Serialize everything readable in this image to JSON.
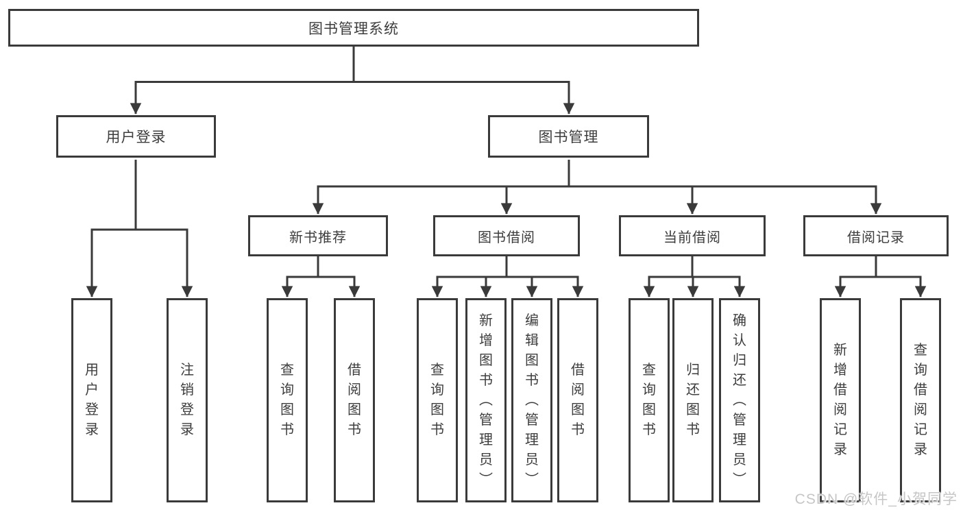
{
  "watermark": "CSDN @软件_小贺同学",
  "colors": {
    "line": "#3a3a3a",
    "text": "#3d3d3d",
    "watermark": "#c6c6c6",
    "background": "#ffffff"
  },
  "diagram": {
    "root": {
      "label": "图书管理系统"
    },
    "branches": [
      {
        "label": "用户登录",
        "children": [
          {
            "label": "用户登录"
          },
          {
            "label": "注销登录"
          }
        ]
      },
      {
        "label": "图书管理",
        "children": [
          {
            "label": "新书推荐",
            "children": [
              {
                "label": "查询图书"
              },
              {
                "label": "借阅图书"
              }
            ]
          },
          {
            "label": "图书借阅",
            "children": [
              {
                "label": "查询图书"
              },
              {
                "label": "新增图书（管理员）"
              },
              {
                "label": "编辑图书（管理员）"
              },
              {
                "label": "借阅图书"
              }
            ]
          },
          {
            "label": "当前借阅",
            "children": [
              {
                "label": "查询图书"
              },
              {
                "label": "归还图书"
              },
              {
                "label": "确认归还（管理员）"
              }
            ]
          },
          {
            "label": "借阅记录",
            "children": [
              {
                "label": "新增借阅记录"
              },
              {
                "label": "查询借阅记录"
              }
            ]
          }
        ]
      }
    ]
  }
}
